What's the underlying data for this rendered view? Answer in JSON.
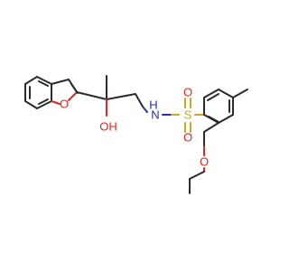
{
  "molecule": {
    "atom_labels": {
      "furan_oxygen": "O",
      "hydroxyl": "OH",
      "amine": "N",
      "amine_hydrogen": "H",
      "sulfur": "S",
      "sulfonyl_oxygen_top": "O",
      "sulfonyl_oxygen_bottom": "O",
      "ether_oxygen": "O"
    },
    "colors": {
      "bond": "#2b2b2b",
      "oxygen": "#e4261c",
      "nitrogen": "#2b2f9a",
      "sulfur": "#c8a72a",
      "background": "#ffffff"
    }
  }
}
